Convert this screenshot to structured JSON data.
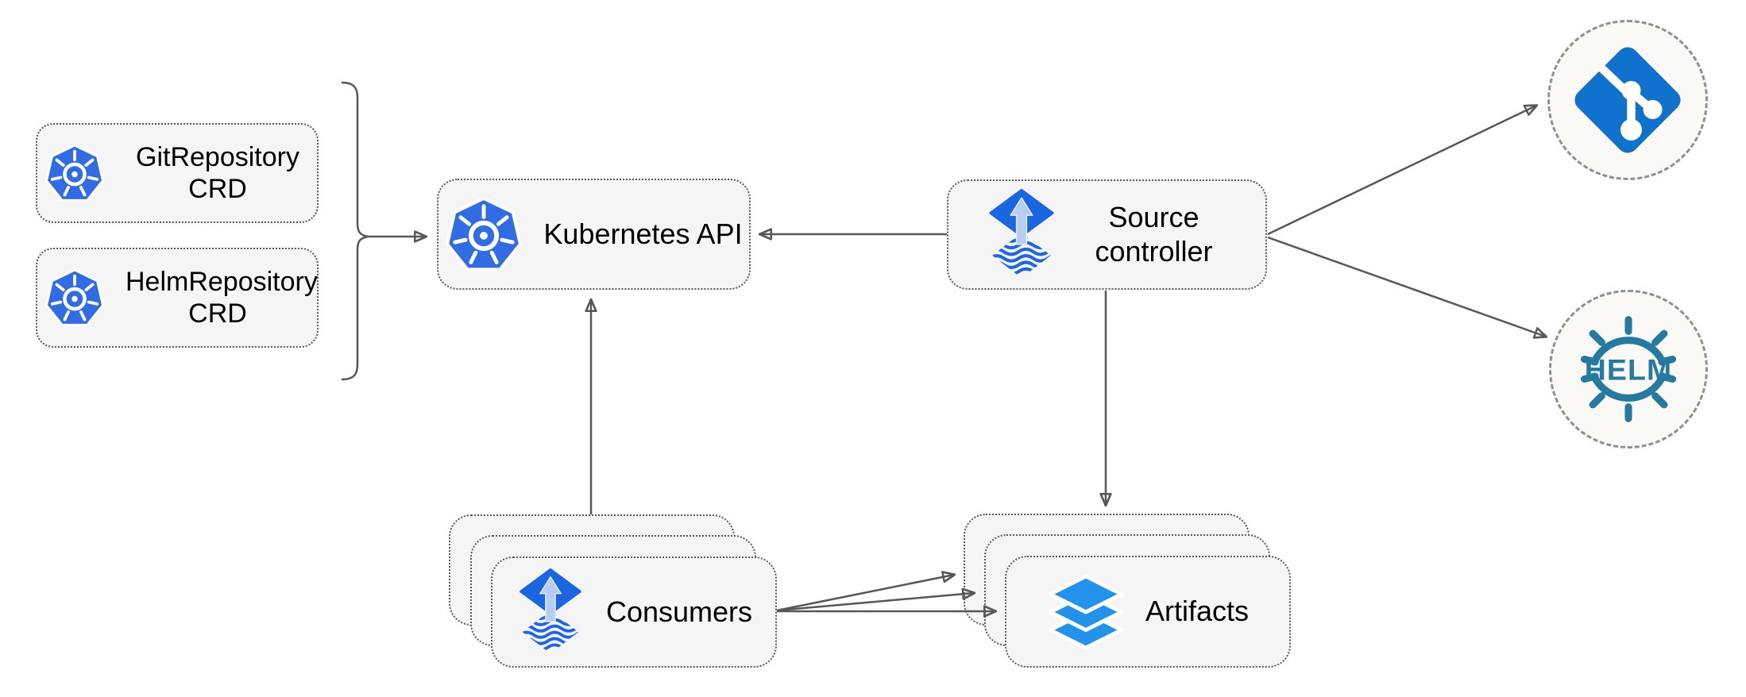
{
  "diagram_type": "flux-source-controller-architecture",
  "nodes": {
    "git_repository_crd": {
      "label": "GitRepository CRD",
      "icon": "kubernetes-icon"
    },
    "helm_repository_crd": {
      "label": "HelmRepository CRD",
      "icon": "kubernetes-icon"
    },
    "kubernetes_api": {
      "label": "Kubernetes API",
      "icon": "kubernetes-icon"
    },
    "source_controller": {
      "label": "Source controller",
      "icon": "flux-icon"
    },
    "consumers": {
      "label": "Consumers",
      "icon": "flux-icon",
      "stack_count": 3
    },
    "artifacts": {
      "label": "Artifacts",
      "icon": "layers-icon",
      "stack_count": 3
    },
    "git_remote": {
      "label": "",
      "icon": "git-icon"
    },
    "helm_remote": {
      "label": "HELM",
      "icon": "helm-icon"
    }
  },
  "edges": [
    {
      "from": "git_repository_crd,helm_repository_crd",
      "to": "kubernetes_api",
      "style": "bracket"
    },
    {
      "from": "source_controller",
      "to": "kubernetes_api"
    },
    {
      "from": "source_controller",
      "to": "git_remote"
    },
    {
      "from": "source_controller",
      "to": "helm_remote"
    },
    {
      "from": "source_controller",
      "to": "artifacts"
    },
    {
      "from": "consumers",
      "to": "kubernetes_api"
    },
    {
      "from": "consumers",
      "to": "artifacts",
      "count": 3
    }
  ],
  "colors": {
    "kubernetes_blue": "#326CE5",
    "git_blue": "#1172CE",
    "helm_teal": "#277A9F",
    "flux_blue": "#1A66E0",
    "flux_arrow_light": "#B7CDF4",
    "layers_blue": "#2492EB",
    "arrow_gray": "#575757",
    "node_fill": "#F5F5F5",
    "node_border": "#5A5A5A",
    "circle_fill": "#FAF9F6",
    "circle_border": "#909090",
    "label_color": "#000000"
  }
}
